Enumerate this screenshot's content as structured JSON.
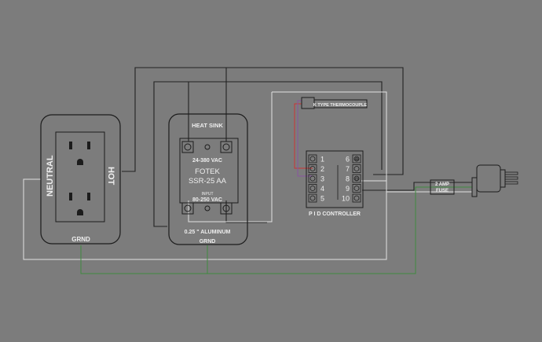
{
  "colors": {
    "background": "#7c7c7c",
    "wire_black": "#222222",
    "wire_white": "#e6e6e6",
    "wire_green": "#3f8a3f",
    "wire_red": "#cc3333",
    "wire_purple": "#8a55a0",
    "outline": "#1c1c1c",
    "text": "#eeeeee"
  },
  "outlet": {
    "neutral_label": "NEUTRAL",
    "hot_label": "HOT",
    "ground_label": "GRND"
  },
  "ssr": {
    "heat_sink_label": "HEAT SINK",
    "output_rating": "24-380 VAC",
    "brand": "FOTEK",
    "model": "SSR-25 AA",
    "input_label": "INPUT",
    "input_rating": "80-250 VAC",
    "plate_label": "0.25 \" ALUMINUM",
    "ground_label": "GRND"
  },
  "thermocouple": {
    "label": "K TYPE THERMOCOUPLE"
  },
  "pid": {
    "label": "P I D CONTROLLER",
    "terminals_left": [
      "1",
      "2",
      "3",
      "4",
      "5"
    ],
    "terminals_right": [
      "6",
      "7",
      "8",
      "9",
      "10"
    ],
    "terminal_marks_right": [
      "⊕",
      "⊖"
    ]
  },
  "fuse": {
    "line1": "2 AMP",
    "line2": "FUSE"
  }
}
